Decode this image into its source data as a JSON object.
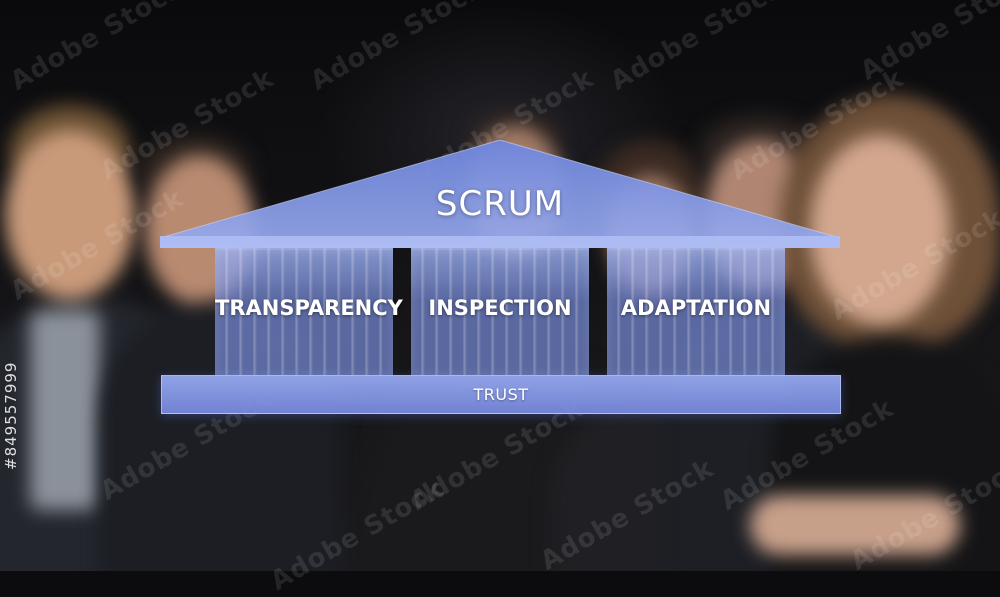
{
  "diagram": {
    "roof_title": "SCRUM",
    "pillars": [
      {
        "label": "TRANSPARENCY"
      },
      {
        "label": "INSPECTION"
      },
      {
        "label": "ADAPTATION"
      }
    ],
    "base_label": "TRUST"
  },
  "watermark": {
    "text": "Adobe Stock",
    "stock_id": "#849557999"
  },
  "colors": {
    "background": "#0c0c0e",
    "pillar_blue": "#7f92dc",
    "roof_blue": "#8fa3ea",
    "text": "#ffffff"
  }
}
